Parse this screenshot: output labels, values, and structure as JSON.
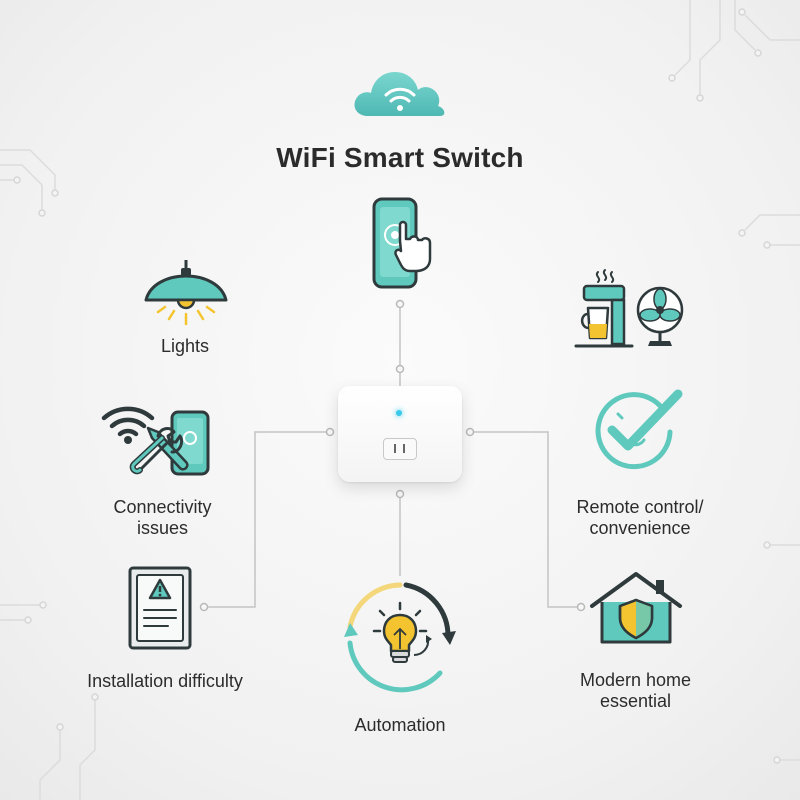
{
  "title": "WiFi Smart Switch",
  "center": {
    "icon": "smart-plug-icon"
  },
  "nodes": {
    "top": {
      "label": "",
      "icon": "smartphone-tap-icon"
    },
    "lights": {
      "label": "Lights",
      "icon": "pendant-lamp-icon"
    },
    "connectivity": {
      "label_lines": [
        "Connectivity",
        "issues"
      ],
      "icon": "wifi-repair-icon"
    },
    "installation": {
      "label": "Installation difficulty",
      "icon": "electrical-panel-warning-icon"
    },
    "automation": {
      "label": "Automation",
      "icon": "lightbulb-cycle-icon"
    },
    "appliances": {
      "label": "",
      "icon": "coffee-maker-fan-icon"
    },
    "remote": {
      "label_lines": [
        "Remote control/",
        "convenience"
      ],
      "icon": "checkmark-circle-icon"
    },
    "modern_home": {
      "label_lines": [
        "Modern home",
        "essential"
      ],
      "icon": "home-shield-icon"
    }
  },
  "colors": {
    "teal": "#5fc9bd",
    "teal_dark": "#3a8f86",
    "outline": "#2f3a3c",
    "connector": "#bdbdbd",
    "led": "#38c9ec",
    "yellow": "#f4c430"
  }
}
